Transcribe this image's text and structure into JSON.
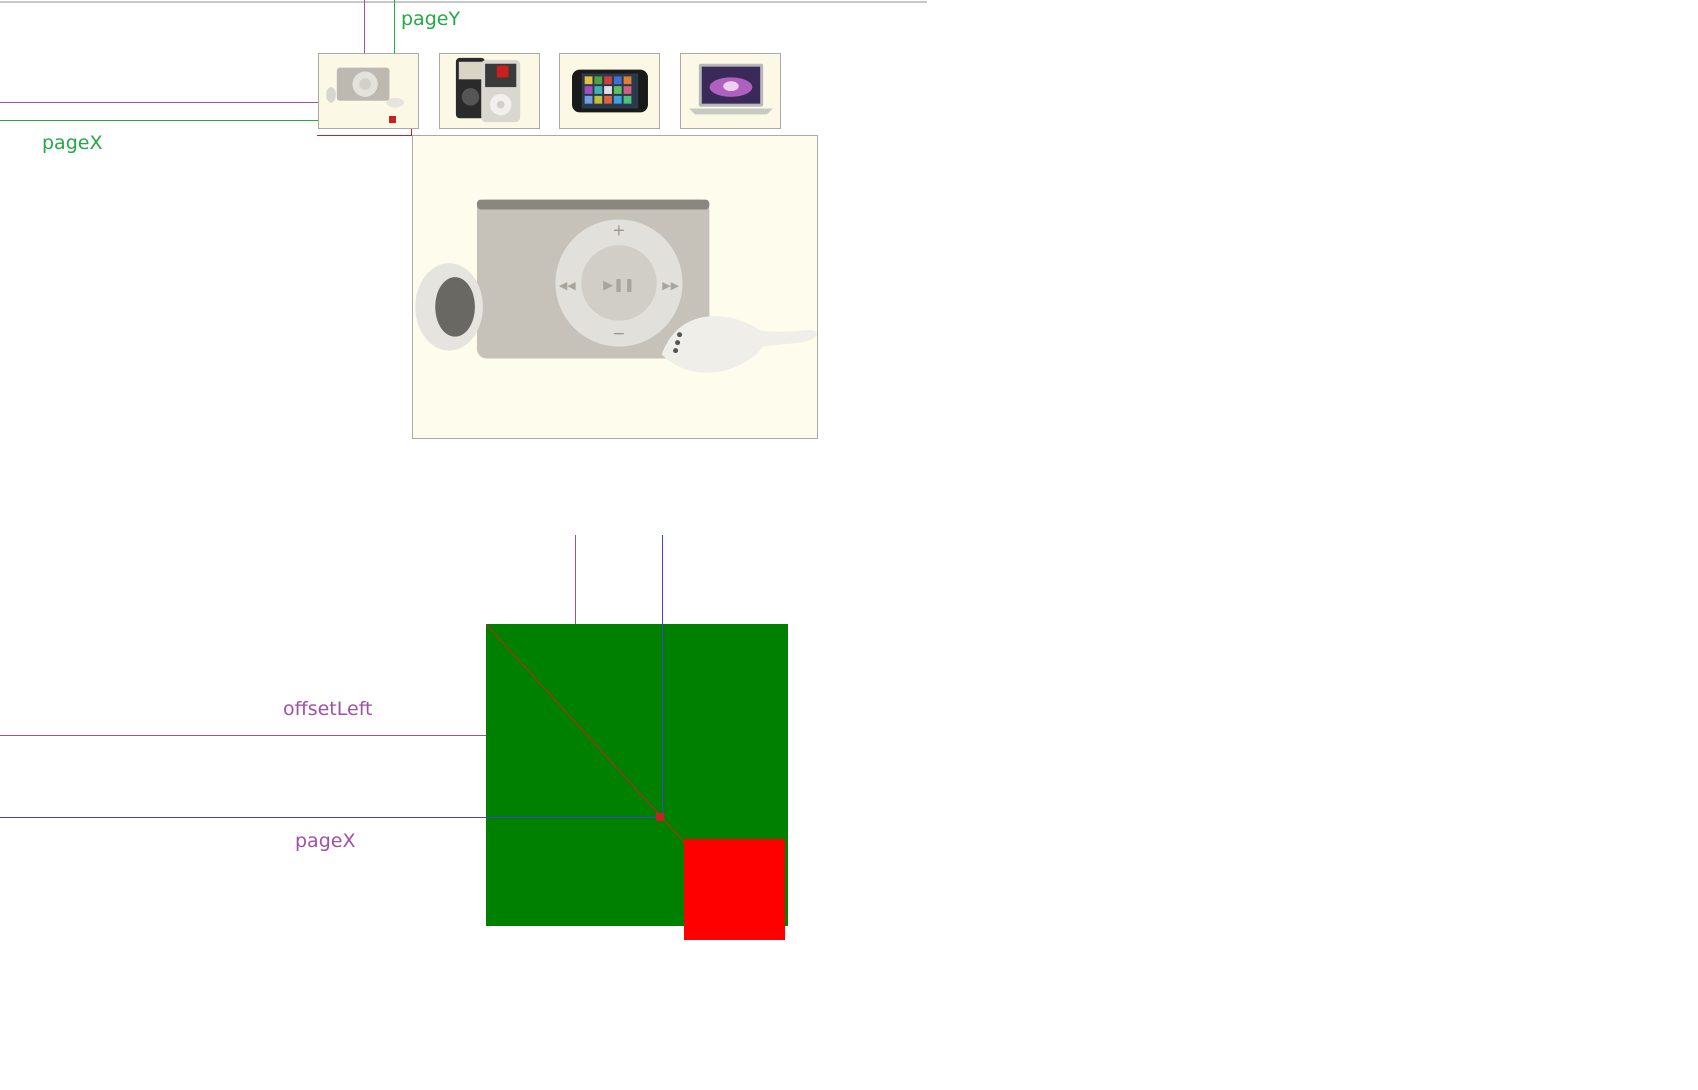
{
  "top_diagram": {
    "label_pageY": "pageY",
    "label_pageX": "pageX",
    "thumbnails": [
      {
        "name": "ipod-shuffle-icon"
      },
      {
        "name": "ipod-classic-icon"
      },
      {
        "name": "iphone-icon"
      },
      {
        "name": "macbook-air-icon"
      }
    ],
    "preview": {
      "name": "ipod-shuffle-large-icon"
    }
  },
  "bottom_diagram": {
    "label_offsetLeft": "offsetLeft",
    "label_pageX": "pageX",
    "box_color": "#008000",
    "mask_color": "#ff0000"
  },
  "colors": {
    "green": "#22aa44",
    "purple": "#a050a8",
    "blue": "#4040dd",
    "red": "#cc2020"
  }
}
